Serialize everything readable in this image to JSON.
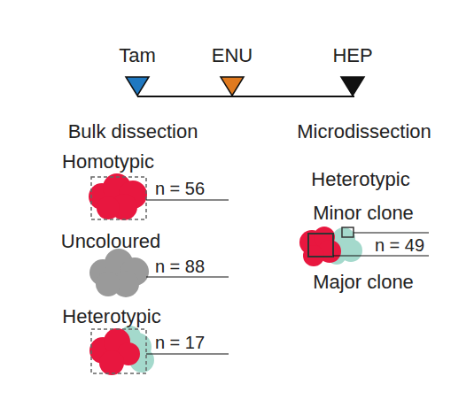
{
  "diagram": {
    "labels": [
      "Tam",
      "ENU",
      "HEP",
      "Bulk dissection",
      "Microdissection",
      "Homotypic",
      "Heterotypic",
      "n = 56",
      "Minor clone",
      "n = 49",
      "Major clone",
      "Uncoloured",
      "n = 88",
      "Heterotypic",
      "n = 17"
    ]
  }
}
